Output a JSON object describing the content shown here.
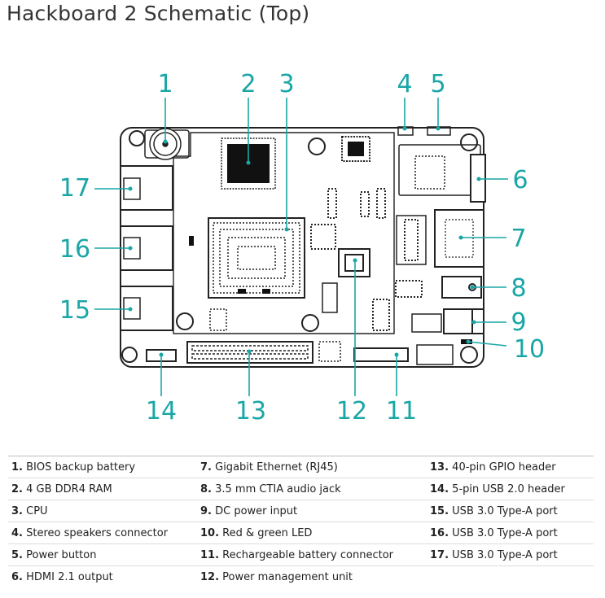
{
  "title": "Hackboard 2 Schematic (Top)",
  "colors": {
    "callout": "#1aa6a6",
    "board_line": "#222222"
  },
  "callouts": {
    "c1": "1",
    "c2": "2",
    "c3": "3",
    "c4": "4",
    "c5": "5",
    "c6": "6",
    "c7": "7",
    "c8": "8",
    "c9": "9",
    "c10": "10",
    "c11": "11",
    "c12": "12",
    "c13": "13",
    "c14": "14",
    "c15": "15",
    "c16": "16",
    "c17": "17"
  },
  "legend": [
    {
      "num": "1.",
      "label": "BIOS backup battery"
    },
    {
      "num": "2.",
      "label": "4 GB DDR4 RAM"
    },
    {
      "num": "3.",
      "label": "CPU"
    },
    {
      "num": "4.",
      "label": "Stereo speakers connector"
    },
    {
      "num": "5.",
      "label": "Power button"
    },
    {
      "num": "6.",
      "label": "HDMI 2.1 output"
    },
    {
      "num": "7.",
      "label": "Gigabit Ethernet (RJ45)"
    },
    {
      "num": "8.",
      "label": "3.5 mm CTIA audio jack"
    },
    {
      "num": "9.",
      "label": "DC power input"
    },
    {
      "num": "10.",
      "label": "Red & green LED"
    },
    {
      "num": "11.",
      "label": "Rechargeable battery connector"
    },
    {
      "num": "12.",
      "label": "Power management unit"
    },
    {
      "num": "13.",
      "label": "40-pin GPIO header"
    },
    {
      "num": "14.",
      "label": "5-pin USB 2.0 header"
    },
    {
      "num": "15.",
      "label": "USB 3.0 Type-A port"
    },
    {
      "num": "16.",
      "label": "USB 3.0 Type-A port"
    },
    {
      "num": "17.",
      "label": "USB 3.0 Type-A port"
    }
  ]
}
